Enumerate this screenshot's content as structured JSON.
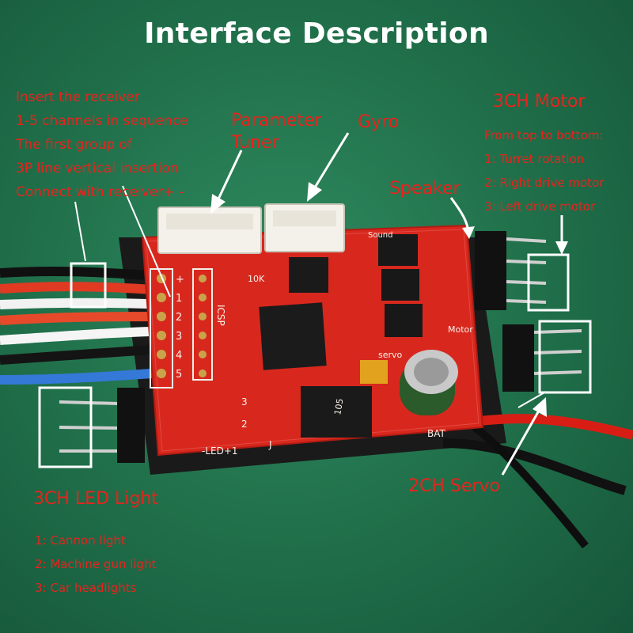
{
  "title": "Interface Description",
  "receiver_note": {
    "lines": [
      "Insert the receiver",
      "1-5 channels in sequence",
      "The first group of",
      "3P line vertical insertion",
      "Connect with receiver+ -"
    ]
  },
  "labels": {
    "parameter_tuner_line1": "Parameter",
    "parameter_tuner_line2": "Tuner",
    "gyro": "Gyro",
    "speaker": "Speaker",
    "motor_heading": "3CH Motor",
    "servo": "2CH Servo",
    "led_heading": "3CH LED Light"
  },
  "motor_note": {
    "lines": [
      "From top to bottom:",
      "1: Turret rotation",
      "2: Right drive motor",
      "3: Left drive motor"
    ]
  },
  "led_list": {
    "items": [
      "1: Cannon light",
      "2: Machine gun light",
      "3: Car headlights"
    ]
  },
  "board_silkscreen": {
    "channel_numbers": [
      "+",
      "1",
      "2",
      "3",
      "4",
      "5"
    ],
    "icsp": "ICSP",
    "resistor": "10K",
    "led_pins": "-LED+1",
    "led_numbers": [
      "3",
      "2"
    ],
    "j": "J",
    "servo": "servo",
    "motor": "Motor",
    "bat": "BAT",
    "sound": "Sound",
    "cap_value": "105"
  },
  "colors": {
    "annotation": "#e8231d",
    "title": "#ffffff",
    "pcb": "#d8281e",
    "background": "#1f6e49"
  }
}
